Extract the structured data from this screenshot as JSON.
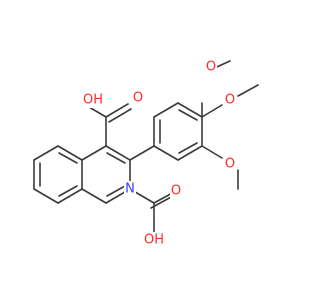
{
  "molecule": {
    "atoms": [
      {
        "id": "O1",
        "label": "O",
        "color": "#ff2a2a"
      },
      {
        "id": "O2",
        "label": "O",
        "color": "#ff2a2a"
      },
      {
        "id": "O3",
        "label": "O",
        "color": "#ff2a2a"
      },
      {
        "id": "OH1",
        "label": "OH",
        "color": "#ff2a2a"
      },
      {
        "id": "O4",
        "label": "O",
        "color": "#ff2a2a"
      },
      {
        "id": "O5",
        "label": "O",
        "color": "#ff2a2a"
      },
      {
        "id": "N1",
        "label": "N",
        "color": "#3040ff"
      },
      {
        "id": "OH2",
        "label": "OH",
        "color": "#ff2a2a"
      }
    ],
    "bond_color": "#3a3a3a"
  }
}
